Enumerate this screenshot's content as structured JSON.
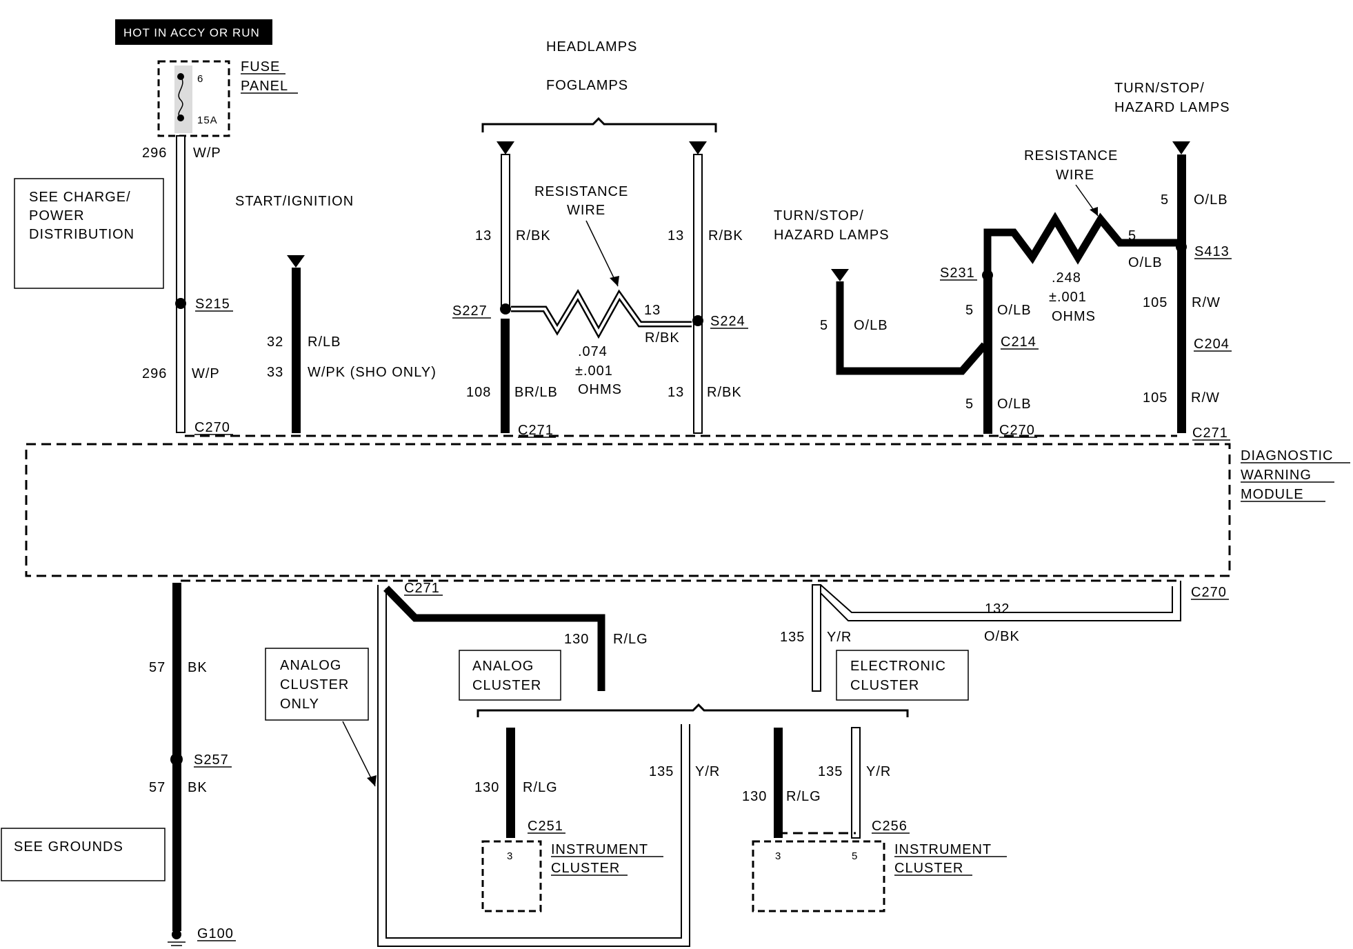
{
  "power": {
    "hot_label": "HOT IN ACCY OR RUN",
    "fuse_number": "6",
    "fuse_rating": "15A",
    "fuse_panel_line1": "FUSE",
    "fuse_panel_line2": "PANEL"
  },
  "headings": {
    "headlamps": "HEADLAMPS",
    "foglamps": "FOGLAMPS",
    "start_ignition": "START/IGNITION",
    "turn_top_line1": "TURN/STOP/",
    "turn_top_line2": "HAZARD LAMPS",
    "turn_mid_line1": "TURN/STOP/",
    "turn_mid_line2": "HAZARD LAMPS"
  },
  "reference_boxes": {
    "charge_line1": "SEE CHARGE/",
    "charge_line2": "POWER",
    "charge_line3": "DISTRIBUTION",
    "grounds": "SEE GROUNDS",
    "analog_only_line1": "ANALOG",
    "analog_only_line2": "CLUSTER",
    "analog_only_line3": "ONLY",
    "analog_line1": "ANALOG",
    "analog_line2": "CLUSTER",
    "electronic_line1": "ELECTRONIC",
    "electronic_line2": "CLUSTER"
  },
  "resistance_left": {
    "label_line1": "RESISTANCE",
    "label_line2": "WIRE",
    "value": ".074",
    "tolerance": "±.001",
    "unit": "OHMS"
  },
  "resistance_right": {
    "label_line1": "RESISTANCE",
    "label_line2": "WIRE",
    "value": ".248",
    "tolerance": "±.001",
    "unit": "OHMS"
  },
  "module": {
    "line1": "DIAGNOSTIC",
    "line2": "WARNING",
    "line3": "MODULE"
  },
  "wires": {
    "c296_top_num": "296",
    "c296_top_color": "W/P",
    "c296_bot_num": "296",
    "c296_bot_color": "W/P",
    "c32_num": "32",
    "c32_color": "R/LB",
    "c33_num": "33",
    "c33_color": "W/PK (SHO ONLY)",
    "c13a_num": "13",
    "c13a_color": "R/BK",
    "c108_num": "108",
    "c108_color": "BR/LB",
    "c13b_num": "13",
    "c13b_color": "R/BK",
    "c13mid_num": "13",
    "c13mid_color": "R/BK",
    "c13c_num": "13",
    "c13c_color": "R/BK",
    "c5a_num": "5",
    "c5a_color": "O/LB",
    "c5b_num": "5",
    "c5b_color": "O/LB",
    "c5c_num": "5",
    "c5c_color": "O/LB",
    "c5d_num": "5",
    "c5d_color": "O/LB",
    "c5e_num": "5",
    "c5e_color": "O/LB",
    "c105a_num": "105",
    "c105a_color": "R/W",
    "c105b_num": "105",
    "c105b_color": "R/W",
    "c57a_num": "57",
    "c57a_color": "BK",
    "c57b_num": "57",
    "c57b_color": "BK",
    "c130a_num": "130",
    "c130a_color": "R/LG",
    "c130b_num": "130",
    "c130b_color": "R/LG",
    "c130c_num": "130",
    "c130c_color": "R/LG",
    "c135a_num": "135",
    "c135a_color": "Y/R",
    "c135b_num": "135",
    "c135b_color": "Y/R",
    "c135c_num": "135",
    "c135c_color": "Y/R",
    "c132_num": "132",
    "c132_color": "O/BK"
  },
  "connectors": {
    "s215": "S215",
    "s227": "S227",
    "s224": "S224",
    "s231": "S231",
    "s413": "S413",
    "s257": "S257",
    "c270_a": "C270",
    "c271_a": "C271",
    "c270_b": "C270",
    "c271_b": "C271",
    "c214": "C214",
    "c204": "C204",
    "c271_c": "C271",
    "c270_c": "C270",
    "c251": "C251",
    "c256": "C256",
    "g100": "G100"
  },
  "clusters": {
    "left_line1": "INSTRUMENT",
    "left_line2": "CLUSTER",
    "left_pin": "3",
    "right_line1": "INSTRUMENT",
    "right_line2": "CLUSTER",
    "right_pin_a": "3",
    "right_pin_b": "5"
  }
}
